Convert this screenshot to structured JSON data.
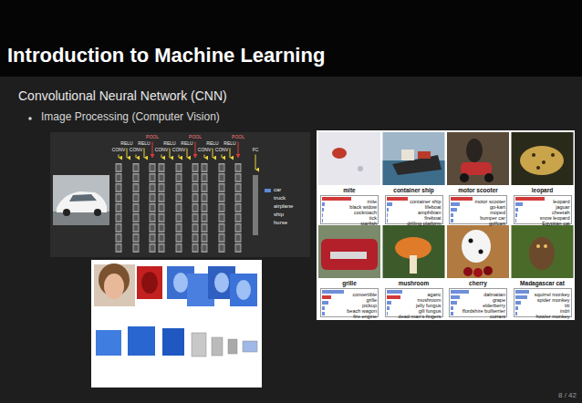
{
  "diagram": {
    "title": "Introduction to Machine Learning",
    "nodes": [
      {
        "text": [
          "mite",
          "mite",
          "black widow",
          "cockroach",
          "tick",
          "starfish"
        ]
      },
      {
        "text": [
          "container ship",
          "container ship",
          "lifeboat",
          "amphibian",
          "fireboat",
          "drilling platform"
        ]
      },
      {
        "text": [
          "motor scooter",
          "motor scooter",
          "go-kart",
          "moped",
          "bumper car",
          "golfcart"
        ]
      },
      {
        "text": [
          "leopard",
          "leopard",
          "jaguar",
          "cheetah",
          "snow leopard",
          "Egyptian cat"
        ]
      },
      {
        "text": [
          "grille",
          "convertible",
          "grille",
          "pickup",
          "beach wagon",
          "fire engine"
        ]
      },
      {
        "text": [
          "mushroom",
          "agaric",
          "mushroom",
          "jelly fungus",
          "gill fungus",
          "dead-man's-fingers"
        ]
      },
      {
        "text": [
          "cherry",
          "dalmatian",
          "grape",
          "elderberry",
          "ffordshire bullterrier",
          "currant"
        ]
      },
      {
        "text": [
          "Madagascar cat",
          "squirrel monkey",
          "spider monkey",
          "titi",
          "indri",
          "howler monkey"
        ]
      }
    ],
    "labels": [
      "Convolutional Neural Network (CNN)",
      "Image Processing (Computer Vision)",
      "POOL",
      "POOL",
      "POOL",
      "RELU",
      "RELU",
      "RELU",
      "RELU",
      "RELU",
      "RELU",
      "CONV",
      "CONV",
      "CONV",
      "CONV",
      "CONV",
      "CONV",
      "FC",
      "car",
      "truck",
      "airplane",
      "ship",
      "horse",
      "8 / 42"
    ]
  }
}
